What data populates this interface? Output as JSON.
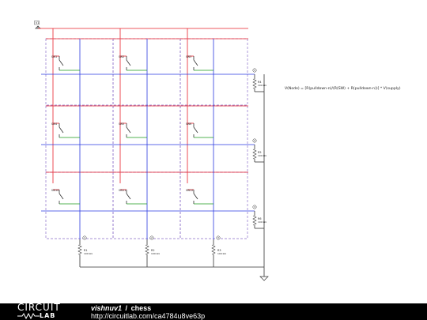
{
  "supply_label": "V1",
  "formula": "V(Node) = [R(pulldown-n)/(R(SW) + R(pulldown-n))] * V(supply)",
  "row_switch_labels": [
    [
      "SW1",
      "SW2",
      "SW3"
    ],
    [
      "SW4",
      "SW5",
      "SW6"
    ],
    [
      "SW10",
      "SW11",
      "SW12"
    ]
  ],
  "row_resistors": [
    {
      "name": "R4",
      "value": "100 kΩ"
    },
    {
      "name": "R5",
      "value": "100 kΩ"
    },
    {
      "name": "R6",
      "value": "100 kΩ"
    }
  ],
  "col_resistors": [
    {
      "name": "R1",
      "value": "100 kΩ"
    },
    {
      "name": "R2",
      "value": "100 kΩ"
    },
    {
      "name": "R3",
      "value": "100 kΩ"
    }
  ],
  "node_labels": {
    "rows": [
      "1",
      "2",
      "3"
    ],
    "cols": [
      "1",
      "2",
      "3"
    ]
  },
  "colors": {
    "supply": "#e8202a",
    "grid": "#2a3ae0",
    "switch": "#1a9a1a",
    "dashed_box": "#8a6ec8",
    "component": "#333333"
  },
  "footer": {
    "logo_top": "CIRCUIT",
    "logo_bottom": "LAB",
    "author": "vishnuv1",
    "separator": "/",
    "project": "chess",
    "url": "http://circuitlab.com/ca4784u8ve63p"
  }
}
